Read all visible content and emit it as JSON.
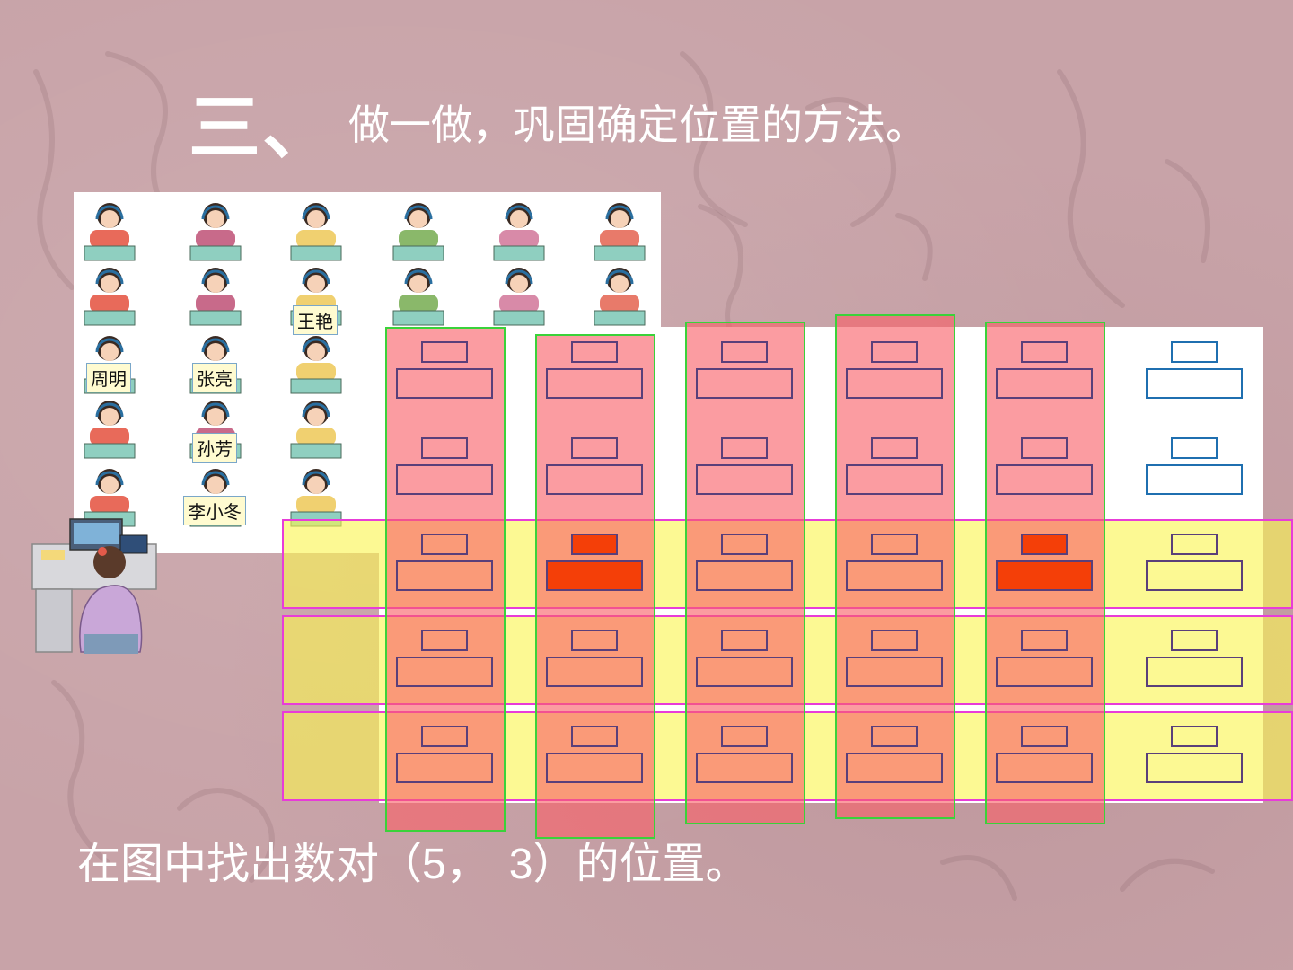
{
  "slide": {
    "section_number": "三、",
    "section_title": "做一做，巩固确定位置的方法。",
    "question": {
      "prefix": "在图中找出数对（",
      "first": "5",
      "sep": "，",
      "second": "3",
      "suffix": "）的位置。"
    }
  },
  "classroom_photo": {
    "name_tags": [
      "王艳",
      "周明",
      "张亮",
      "孙芳",
      "李小冬"
    ]
  },
  "seat_grid": {
    "columns": 6,
    "rows": 5,
    "highlighted_columns": [
      1,
      2,
      3,
      4,
      5
    ],
    "highlighted_rows": [
      3,
      4,
      5
    ],
    "filled_seats": [
      [
        2,
        3
      ],
      [
        5,
        3
      ]
    ],
    "colors": {
      "column_band": "#f86068",
      "column_border": "#3ad23a",
      "row_band": "#faf550",
      "row_border": "#e83cd8",
      "seat_outline": "#5a3f7a",
      "seat_outline_plain": "#1f6fb0",
      "filled_seat": "#f43f08"
    }
  }
}
